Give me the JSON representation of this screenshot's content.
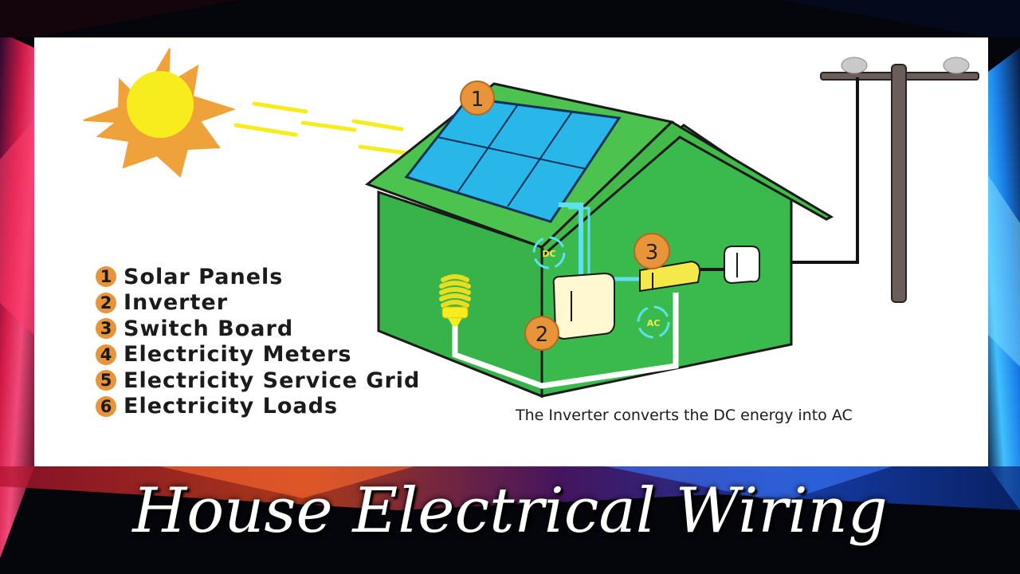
{
  "title": "House Electrical Wiring",
  "legend": [
    {
      "num": "1",
      "label": "Solar Panels"
    },
    {
      "num": "2",
      "label": "Inverter"
    },
    {
      "num": "3",
      "label": "Switch Board"
    },
    {
      "num": "4",
      "label": "Electricity Meters"
    },
    {
      "num": "5",
      "label": "Electricity Service Grid"
    },
    {
      "num": "6",
      "label": "Electricity Loads"
    }
  ],
  "callouts": {
    "solar": "1",
    "inverter": "2",
    "switchboard": "3"
  },
  "tags": {
    "dc": "DC",
    "ac": "AC"
  },
  "caption": "The Inverter converts the DC energy into AC",
  "colors": {
    "house_green": "#37b34a",
    "roof_green": "#4cc24f",
    "panel_blue": "#29b6e8",
    "sun_orange": "#f0a23a",
    "sun_yellow": "#f7ec1e",
    "badge_orange": "#e8943a",
    "wire_cyan": "#5ee0f0",
    "switch_yellow": "#f5e94a"
  }
}
